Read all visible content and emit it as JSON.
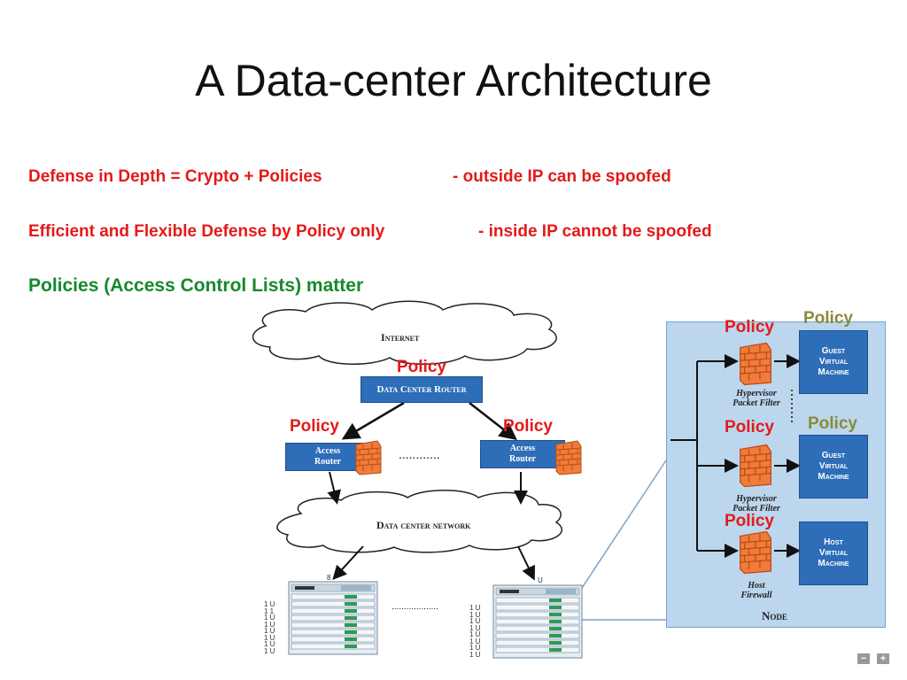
{
  "title": "A Data-center Architecture",
  "bullets": {
    "line1_left": "Defense in Depth = Crypto + Policies",
    "line1_right": "- outside IP can be spoofed",
    "line2_left": "Efficient and Flexible Defense by Policy only",
    "line2_right": "- inside IP cannot be spoofed",
    "line3": "Policies (Access Control Lists) matter"
  },
  "diagram": {
    "internet": "Internet",
    "router": "Data Center Router",
    "access_router_left": "Access\nRouter",
    "access_router_right": "Access\nRouter",
    "dots_access": "............",
    "dc_network": "Data center network",
    "rack_left_units": [
      "1 U",
      "1 1",
      "1 U",
      "1 U",
      "1 U",
      "1 U",
      "1 U",
      "1 U"
    ],
    "rack_right_units": [
      "1 U",
      "1 U",
      "1 U",
      "1 U",
      "1 U",
      "1 U",
      "1 U",
      "1 U"
    ],
    "rack_left_tag": "8",
    "rack_right_tag": "U",
    "dots_racks": "...................",
    "policy_labels": {
      "router": "Policy",
      "access_left": "Policy",
      "access_right": "Policy",
      "hv1": "Policy",
      "hv2": "Policy",
      "host": "Policy",
      "vm1": "Policy",
      "vm2": "Policy"
    },
    "node": {
      "title": "Node",
      "vm1": "Guest\nVirtual\nMachine",
      "vm2": "Guest\nVirtual\nMachine",
      "vm3": "Host\nVirtual\nMachine",
      "hv_filter1": "Hypervisor\nPacket Filter",
      "hv_filter2": "Hypervisor\nPacket Filter",
      "host_fw": "Host\nFirewall"
    }
  },
  "nav": {
    "minus": "−",
    "plus": "+"
  },
  "colors": {
    "red": "#e31a1a",
    "green": "#15892b",
    "olive": "#8a8a3a",
    "blue_box": "#2e6db8",
    "node_bg": "#bcd6ee"
  }
}
